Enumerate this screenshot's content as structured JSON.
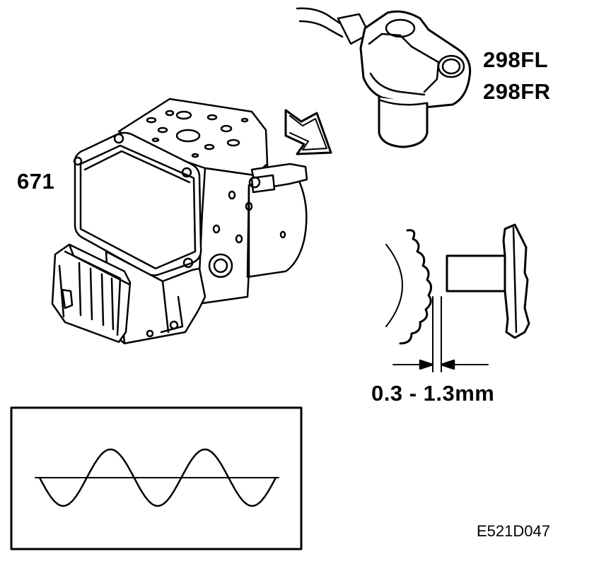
{
  "labels": {
    "abs_unit": "671",
    "sensor_front_left": "298FL",
    "sensor_front_right": "298FR",
    "air_gap": "0.3 - 1.3mm",
    "figure_code": "E521D047"
  },
  "icons": {
    "abs_unit": "abs-hydraulic-unit-icon",
    "sensor": "wheel-speed-sensor-icon",
    "arrow": "direction-arrow-icon",
    "tone_ring": "tone-ring-icon",
    "signal": "sine-wave-signal-icon"
  },
  "signal": {
    "cycles": 2.5
  },
  "colors": {
    "ink": "#000000",
    "paper": "#ffffff"
  }
}
